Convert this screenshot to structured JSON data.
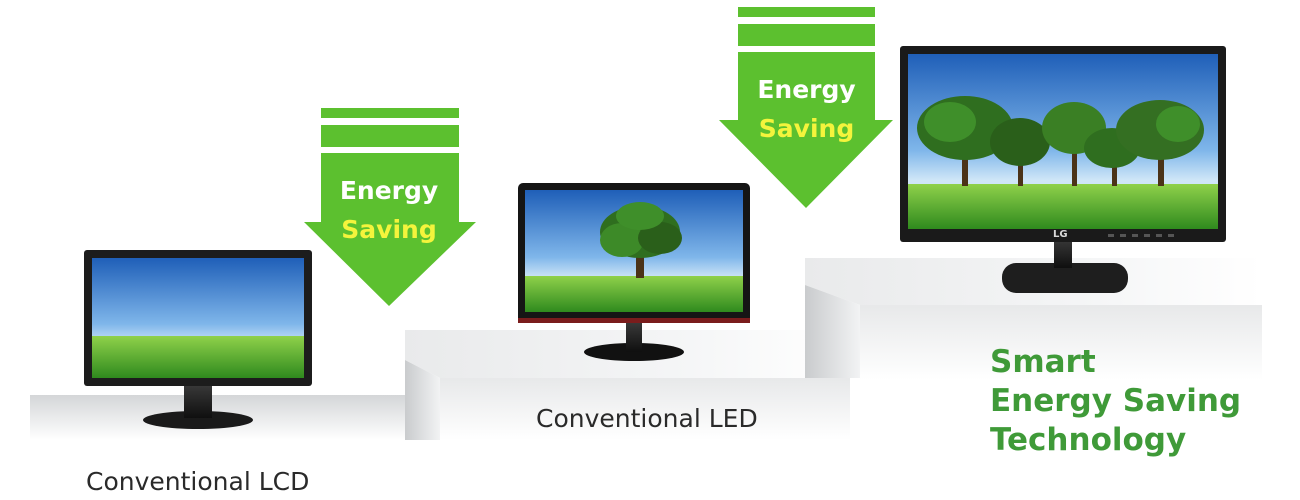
{
  "colors": {
    "arrow_green": "#5cc02f",
    "saving_yellow": "#f4f43c",
    "caption_green": "#3f9a38",
    "caption_grey": "#2a2a2a"
  },
  "arrows": [
    {
      "line1": "Energy",
      "line2": "Saving"
    },
    {
      "line1": "Energy",
      "line2": "Saving"
    }
  ],
  "monitors": [
    {
      "caption": "Conventional LCD",
      "screen": "landscape-grass-sky"
    },
    {
      "caption": "Conventional LED",
      "screen": "single-tree-landscape"
    },
    {
      "caption_lines": [
        "Smart",
        "Energy Saving",
        "Technology"
      ],
      "brand": "LG",
      "screen": "tree-row-landscape"
    }
  ]
}
